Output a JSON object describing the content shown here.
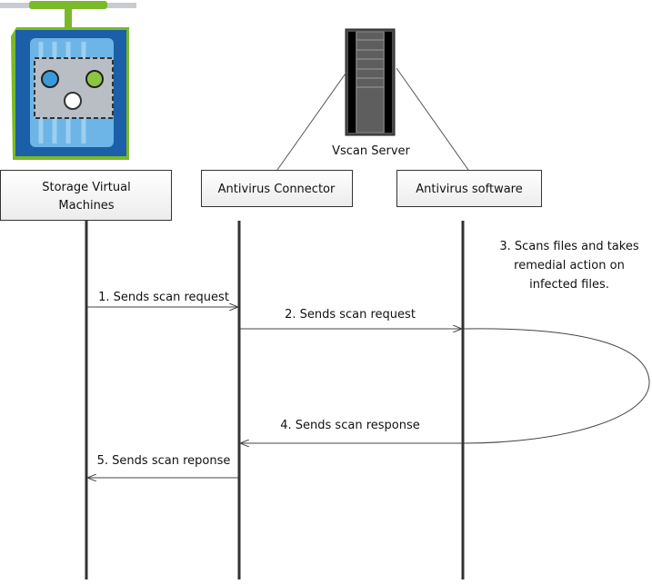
{
  "participants": [
    {
      "label_line1": "Storage Virtual",
      "label_line2": "Machines",
      "icon": "storage-vm-icon"
    },
    {
      "label": "Antivirus Connector"
    },
    {
      "label": "Antivirus software"
    }
  ],
  "server": {
    "label": "Vscan Server",
    "icon": "server-rack-icon"
  },
  "messages": [
    {
      "label": "1. Sends scan request"
    },
    {
      "label": "2. Sends scan request"
    },
    {
      "label_line1": "3. Scans files and takes",
      "label_line2": "remedial action on",
      "label_line3": "infected files."
    },
    {
      "label": "4. Sends scan response"
    },
    {
      "label": "5. Sends scan reponse"
    }
  ],
  "colors": {
    "green": "#7ab929",
    "blue": "#1a5fa8",
    "lightblue": "#5aaee0",
    "line": "#333333"
  }
}
